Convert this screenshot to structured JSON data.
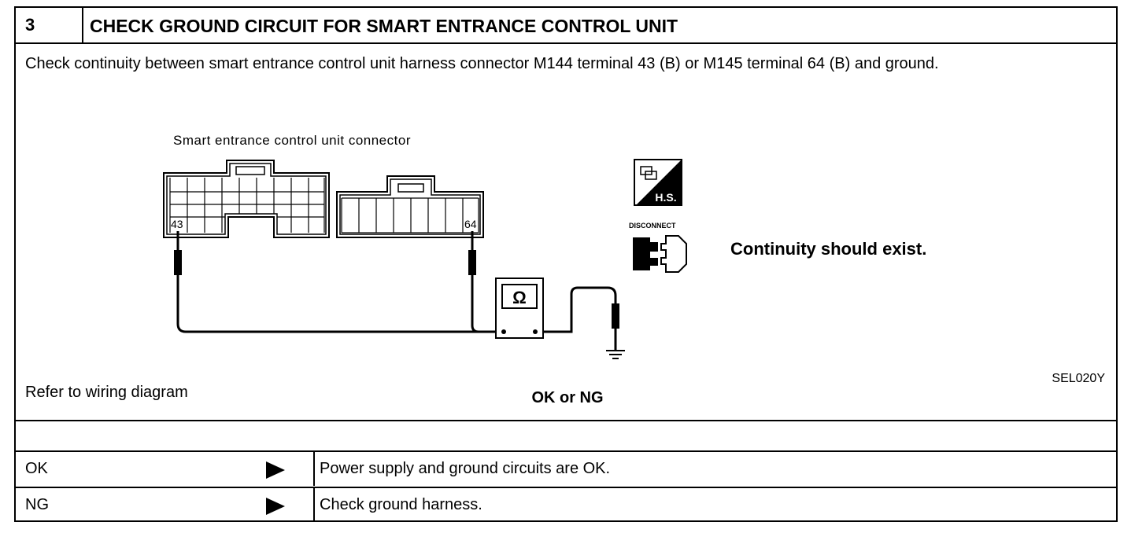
{
  "step": {
    "number": "3",
    "title": "CHECK GROUND CIRCUIT FOR SMART ENTRANCE CONTROL UNIT"
  },
  "instruction": "Check continuity between smart entrance control unit harness connector M144 terminal 43 (B) or M145 terminal 64 (B) and ground.",
  "diagram": {
    "connector_label": "Smart entrance control unit connector",
    "terminal_left": "43",
    "terminal_right": "64",
    "meter_symbol": "Ω",
    "hs_badge": "H.S.",
    "disconnect_label": "DISCONNECT",
    "result_text": "Continuity should exist.",
    "figure_code": "SEL020Y"
  },
  "refer_text": "Refer to wiring diagram",
  "decision": {
    "header": "OK or NG",
    "rows": [
      {
        "label": "OK",
        "result": "Power supply and ground circuits are OK."
      },
      {
        "label": "NG",
        "result": "Check ground harness."
      }
    ]
  }
}
